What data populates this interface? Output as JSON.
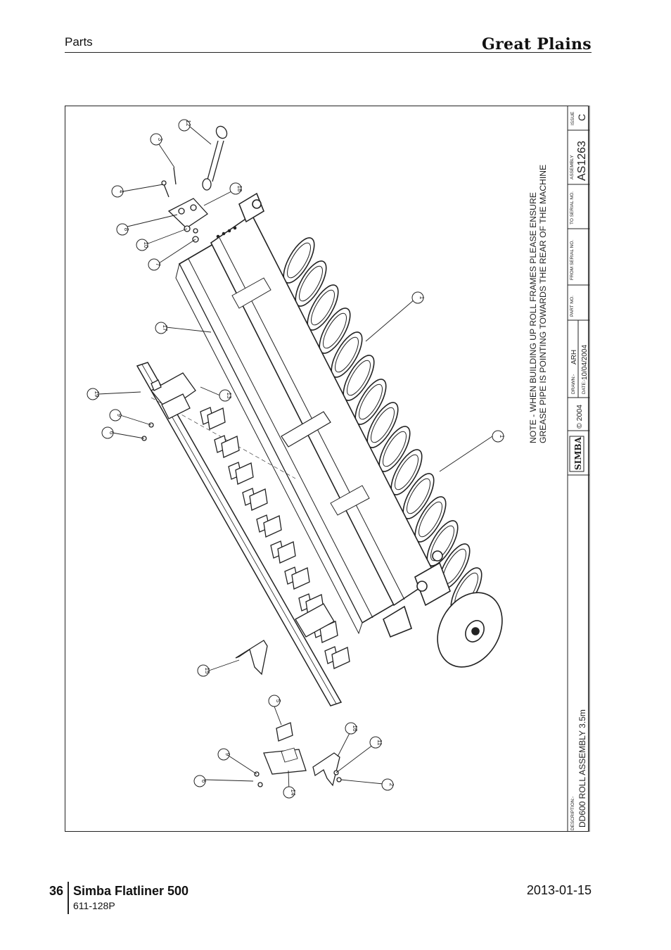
{
  "header": {
    "section": "Parts",
    "brand": "Great Plains"
  },
  "titleblock": {
    "issue_label": "ISSUE",
    "issue": "C",
    "assembly_label": "ASSEMBLY",
    "assembly": "AS1263",
    "to_serial_label": "TO SERIAL NO.",
    "from_serial_label": "FROM SERIAL NO.",
    "part_no_label": "PART NO.",
    "drawn_label": "DRAWN:-",
    "drawn": "ARH",
    "date_label": "DATE:-",
    "date": "10/04/2004",
    "copyright": "© 2004",
    "logo": "SIMBA",
    "description_label": "DESCRIPTION:-",
    "description": "DD600 ROLL ASSEMBLY 3.5m"
  },
  "note": {
    "line1": "NOTE - WHEN BUILDING UP ROLL FRAMES PLEASE ENSURE",
    "line2": "GREASE PIPE IS POINTING TOWARDS THE REAR OF THE MACHINE"
  },
  "callouts": [
    "12",
    "3",
    "4",
    "18",
    "8",
    "10",
    "7",
    "17",
    "1",
    "1",
    "19",
    "13",
    "9",
    "6",
    "15",
    "5",
    "16",
    "11",
    "9",
    "6",
    "14",
    "2"
  ],
  "footer": {
    "page": "36",
    "title": "Simba Flatliner 500",
    "code": "611-128P",
    "date": "2013-01-15"
  }
}
